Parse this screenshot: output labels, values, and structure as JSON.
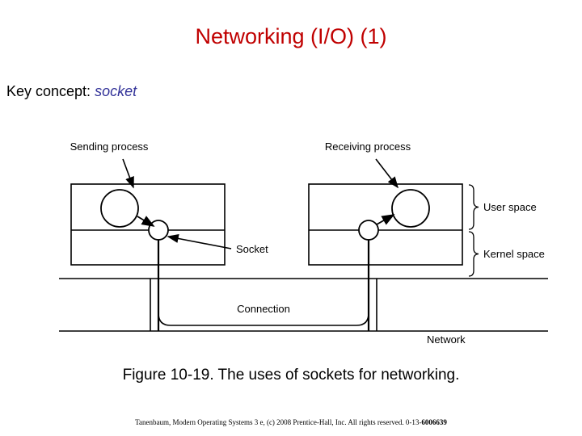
{
  "slide": {
    "title": "Networking (I/O) (1)",
    "title_color": "#c00000",
    "key_concept": {
      "lead": "Key concept: ",
      "term": "socket",
      "term_color": "#333399"
    },
    "caption": "Figure 10-19. The uses of sockets for networking.",
    "footer": {
      "text": "Tanenbaum, Modern Operating Systems 3 e, (c) 2008 Prentice-Hall, Inc. All rights reserved. 0-13-",
      "isbn": "6006639"
    }
  },
  "figure": {
    "labels": {
      "sending_process": "Sending process",
      "receiving_process": "Receiving process",
      "socket": "Socket",
      "connection": "Connection",
      "network": "Network",
      "user_space": "User space",
      "kernel_space": "Kernel space"
    },
    "stroke_color": "#000000",
    "fill_color": "#ffffff"
  }
}
